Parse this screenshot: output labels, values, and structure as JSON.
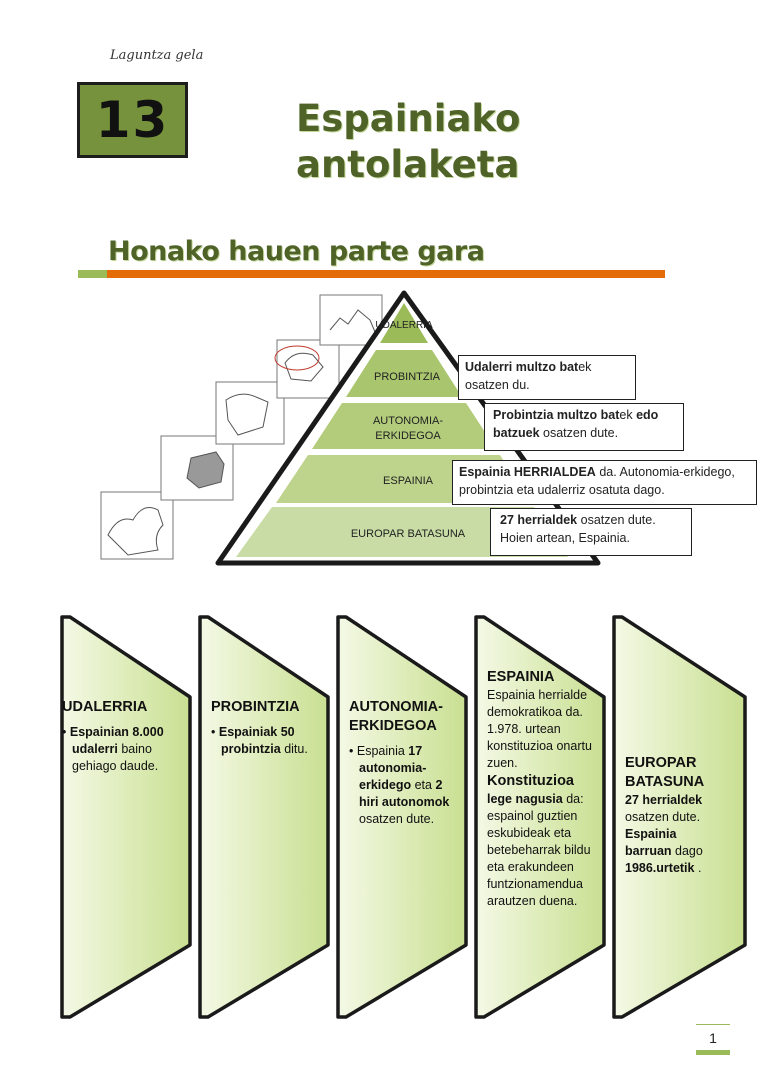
{
  "header_label": "Laguntza gela",
  "unit_number": "13",
  "title_line1": "Espainiako",
  "title_line2": "antolaketa",
  "subtitle": "Honako hauen parte gara",
  "pyramid": {
    "levels": [
      "UDALERRIA",
      "PROBINTZIA",
      "AUTONOMIA-",
      "ERKIDEGOA",
      "ESPAINIA",
      "EUROPAR BATASUNA"
    ]
  },
  "callouts": {
    "probintzia": {
      "bold": "Udalerri multzo bat",
      "rest": "ek osatzen du."
    },
    "autonomia": {
      "bold1": "Probintzia multzo bat",
      "mid": "ek ",
      "bold2": "edo batzuek",
      "rest": " osatzen dute."
    },
    "espainia": {
      "bold": "Espainia HERRIALDEA",
      "rest": " da. Autonomia-erkidego, probintzia eta udalerriz osatuta dago."
    },
    "europar": {
      "bold": "27 herrialdek",
      "rest": " osatzen dute. Hoien artean, Espainia."
    }
  },
  "columns": {
    "udalerria": {
      "title": "UDALERRIA",
      "bold": "Espainian 8.000 udalerri",
      "rest": " baino gehiago daude."
    },
    "probintzia": {
      "title": "PROBINTZIA",
      "bold": "Espainiak 50 probintzia",
      "rest": " ditu."
    },
    "autonomia": {
      "title1": "AUTONOMIA-",
      "title2": "ERKIDEGOA",
      "t1": "Espainia ",
      "b1": "17 autonomia-erkidego",
      "t2": " eta ",
      "b2": "2 hiri autonomok",
      "t3": " osatzen dute."
    },
    "espainia": {
      "title": "ESPAINIA",
      "intro": "Espainia herrialde demokratikoa da. 1.978. urtean konstituzioa onartu zuen.",
      "heading": "Konstituzioa",
      "bold": "lege nagusia",
      "rest": " da: espainol guztien eskubideak eta betebeharrak bildu eta erakundeen funtzionamendua arautzen duena."
    },
    "europar": {
      "title1": "EUROPAR",
      "title2": "BATASUNA",
      "b1": "27 herrialdek",
      "t1": " osatzen dute. ",
      "b2": "Espainia barruan",
      "t2": " dago ",
      "b3": "1986.urtetik",
      "t3": " ."
    }
  },
  "page_number": "1",
  "colors": {
    "olive": "#76923c",
    "dark_green": "#4f6228",
    "orange": "#e36c09",
    "light_green": "#9bbb59",
    "pyramid_fill": "#c3d69b"
  }
}
